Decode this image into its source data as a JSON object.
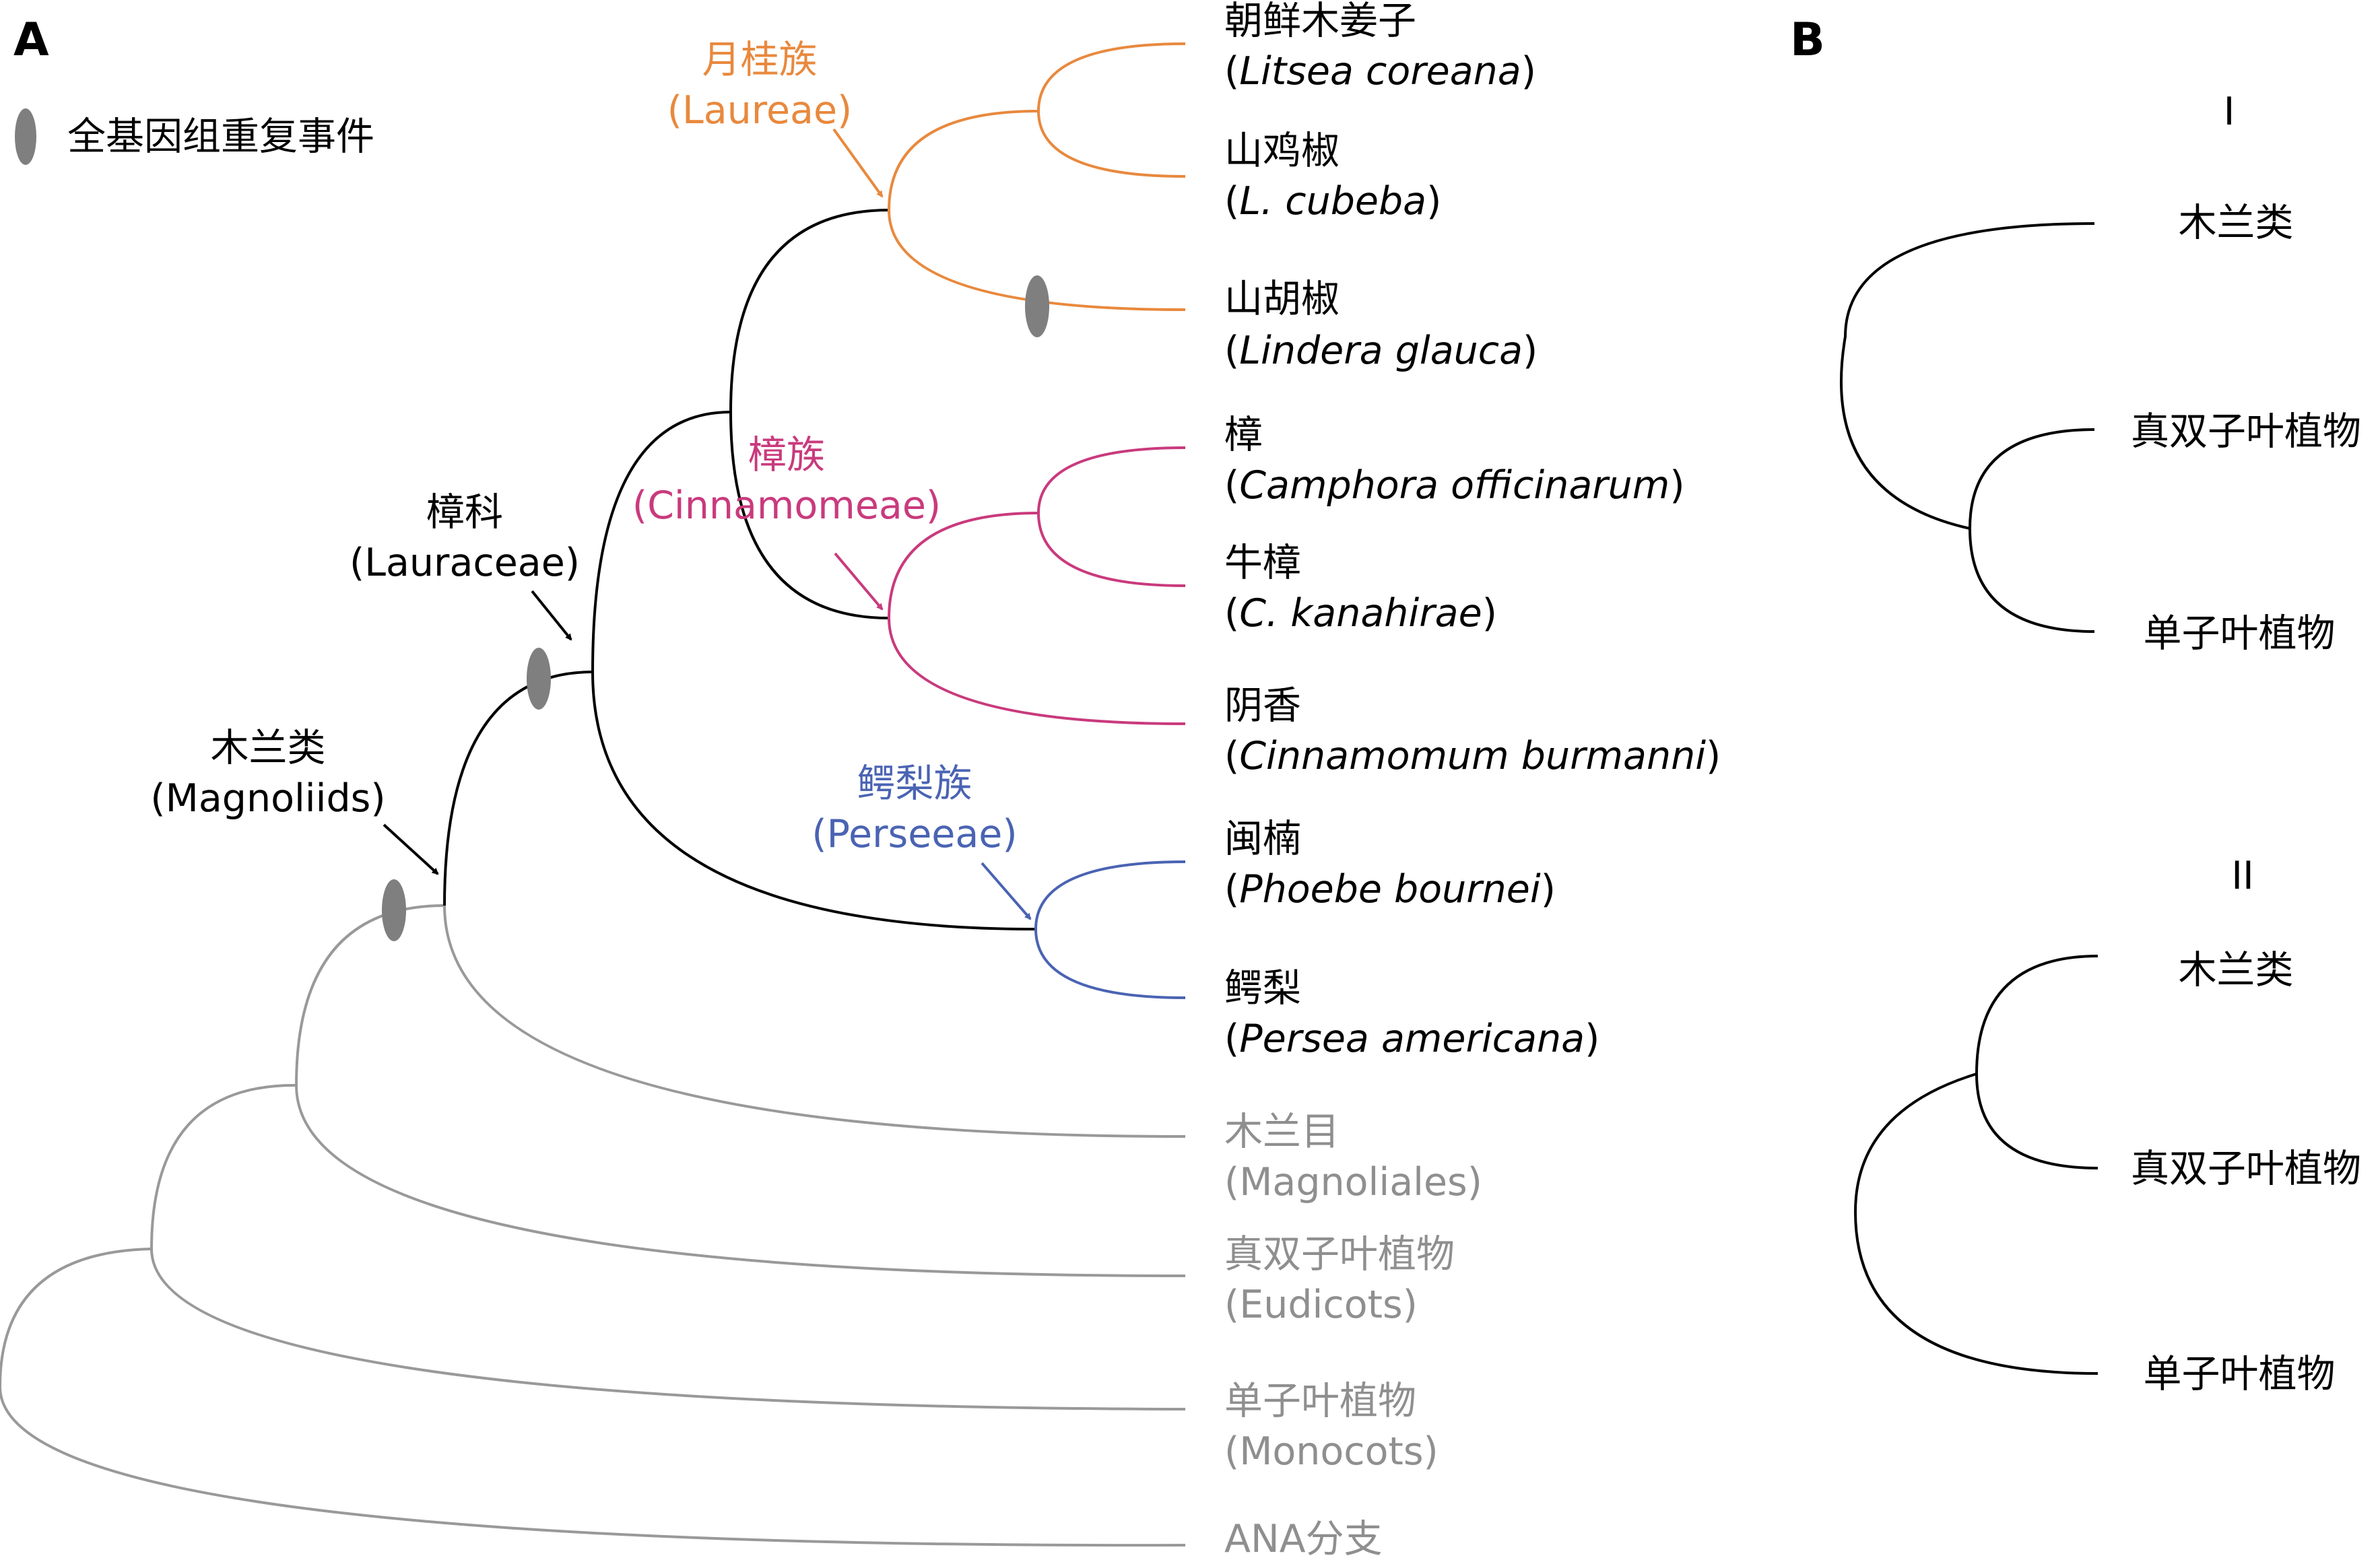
{
  "panel_a": {
    "label": "A",
    "legend": {
      "label": "全基因组重复事件",
      "icon": "wgd-ellipse-icon",
      "color": "#7f7f7f"
    },
    "clades": {
      "laureae": {
        "cn": "月桂族",
        "latin": "(Laureae)",
        "color": "#e8893e"
      },
      "cinnamomeae": {
        "cn": "樟族",
        "latin": "(Cinnamomeae)",
        "color": "#c93a7d"
      },
      "perseeae": {
        "cn": "鳄梨族",
        "latin": "(Perseeae)",
        "color": "#4a63b3"
      },
      "lauraceae": {
        "cn": "樟科",
        "latin": "(Lauraceae)",
        "color": "#000000"
      },
      "magnoliids": {
        "cn": "木兰类",
        "latin": "(Magnoliids)",
        "color": "#000000"
      }
    },
    "taxa": [
      {
        "cn": "朝鲜木姜子",
        "sci": "Litsea coreana"
      },
      {
        "cn": "山鸡椒",
        "sci": "L. cubeba"
      },
      {
        "cn": "山胡椒",
        "sci": "Lindera glauca"
      },
      {
        "cn": "樟",
        "sci": "Camphora officinarum"
      },
      {
        "cn": "牛樟",
        "sci": "C. kanahirae"
      },
      {
        "cn": "阴香",
        "sci": "Cinnamomum burmanni"
      },
      {
        "cn": "闽楠",
        "sci": "Phoebe bournei"
      },
      {
        "cn": "鳄梨",
        "sci": "Persea americana"
      }
    ],
    "outgroups": [
      {
        "cn": "木兰目",
        "latin": "(Magnoliales)"
      },
      {
        "cn": "真双子叶植物",
        "latin": "(Eudicots)"
      },
      {
        "cn": "单子叶植物",
        "latin": "(Monocots)"
      },
      {
        "cn": "ANA分支",
        "latin": ""
      }
    ],
    "colors": {
      "backbone": "#000000",
      "outgroup": "#999999",
      "outgroup_text": "#8f8f8f"
    }
  },
  "panel_b": {
    "label": "B",
    "trees": [
      {
        "numeral": "I",
        "tips": [
          "木兰类",
          "真双子叶植物",
          "单子叶植物"
        ]
      },
      {
        "numeral": "II",
        "tips": [
          "木兰类",
          "真双子叶植物",
          "单子叶植物"
        ]
      }
    ]
  }
}
